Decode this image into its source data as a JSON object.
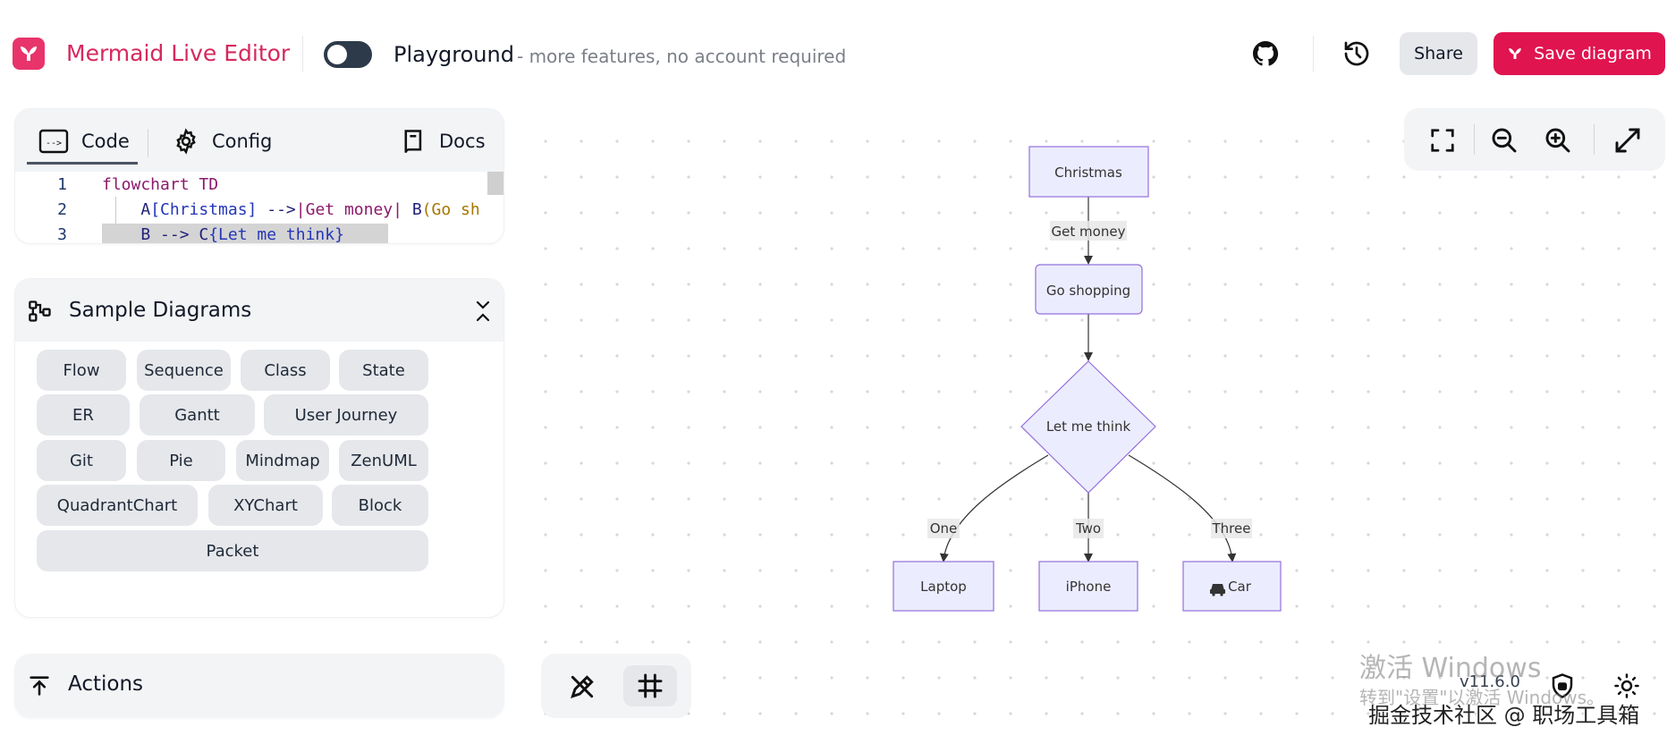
{
  "header": {
    "title": "Mermaid Live Editor",
    "playground": "Playground",
    "playground_sub": "- more features, no account required",
    "share_label": "Share",
    "save_label": "Save diagram",
    "brand_color": "#e0144f"
  },
  "editor": {
    "tabs": [
      {
        "label": "Code",
        "icon": "code-icon"
      },
      {
        "label": "Config",
        "icon": "gear-icon"
      },
      {
        "label": "Docs",
        "icon": "book-icon"
      }
    ],
    "lines": [
      {
        "num": "1",
        "parts": [
          {
            "t": "flowchart TD",
            "c": "kw"
          }
        ]
      },
      {
        "num": "2",
        "parts": [
          {
            "t": "    A",
            "c": "id"
          },
          {
            "t": "[Christmas]",
            "c": "br"
          },
          {
            "t": " -->",
            "c": "id"
          },
          {
            "t": "|Get money|",
            "c": "lab"
          },
          {
            "t": " B",
            "c": "id"
          },
          {
            "t": "(Go sh",
            "c": "ylw"
          }
        ]
      },
      {
        "num": "3",
        "parts": [
          {
            "t": "    B",
            "c": "id"
          },
          {
            "t": " --> ",
            "c": "id"
          },
          {
            "t": "C",
            "c": "id"
          },
          {
            "t": "{Let me think}",
            "c": "br"
          }
        ]
      }
    ]
  },
  "samples": {
    "title": "Sample Diagrams",
    "items": [
      "Flow",
      "Sequence",
      "Class",
      "State",
      "ER",
      "Gantt",
      "User Journey",
      "Git",
      "Pie",
      "Mindmap",
      "ZenUML",
      "QuadrantChart",
      "XYChart",
      "Block",
      "Packet"
    ]
  },
  "actions": {
    "title": "Actions"
  },
  "diagram": {
    "nodes": {
      "christmas": "Christmas",
      "shopping": "Go shopping",
      "think": "Let me think",
      "laptop": "Laptop",
      "iphone": "iPhone",
      "car": "Car"
    },
    "edges": {
      "get_money": "Get money",
      "one": "One",
      "two": "Two",
      "three": "Three"
    },
    "node_fill": "#ececff",
    "node_stroke": "#9370db"
  },
  "footer": {
    "version": "v11.6.0",
    "watermark_line1": "激活 Windows",
    "watermark_line2": "转到\"设置\"以激活 Windows。",
    "credit": "掘金技术社区 @ 职场工具箱"
  }
}
